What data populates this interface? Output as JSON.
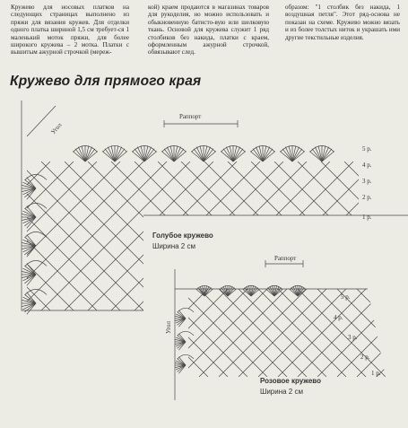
{
  "text_columns": [
    "Кружево для носовых платков на следующих страницах выполнено из пряжи для вязания кружев. Для отделки одного платка шириной 1,5 см требует-ся 1 маленький моток пряжи, для более широкого кружева – 2 мотка. Платки с вышитым ажурной строчкой (мереж-",
    "кой) краем продаются в магазинах товаров для рукоделия, но можно использовать и обыкновенную батисто-вую или шелковую ткань. Основой для кружева служит 1 ряд столбиков без накида, платки с краем, оформленным ажурной строчкой, обвязывают след.",
    "образом: \"1 столбик без накида, 1 воздушная петля\". Этот ряд-основа не показан на схеме. Кружево можно вязать и из более толстых ниток и украшать ими другие текстильные изделия."
  ],
  "heading": "Кружево для прямого края",
  "diagram_blue": {
    "title": "Голубое кружево",
    "width": "Ширина 2 см",
    "repeat": "Раппорт",
    "corner": "Угол",
    "rows": [
      "5 р.",
      "4 р.",
      "3 р.",
      "2 р.",
      "1 р."
    ]
  },
  "diagram_pink": {
    "title": "Розовое кружево",
    "width": "Ширина 2 см",
    "repeat": "Раппорт",
    "corner": "Угол",
    "rows": [
      "5 р.",
      "4 р.",
      "3 р.",
      "2 р.",
      "1 р."
    ]
  },
  "colors": {
    "paper": "#ecebe4",
    "ink": "#2a2a2a",
    "line": "#4a4a4a"
  }
}
